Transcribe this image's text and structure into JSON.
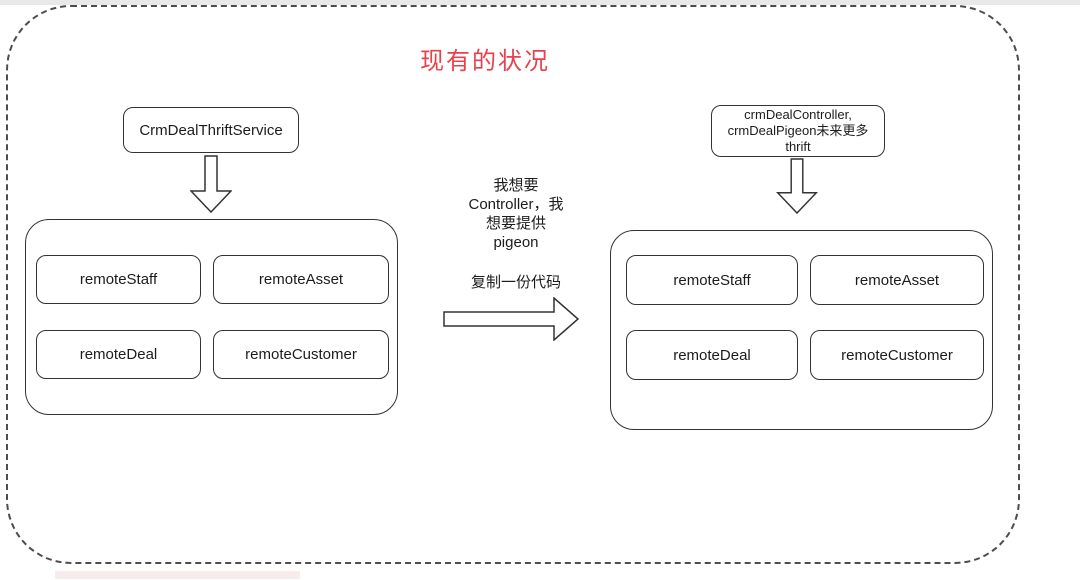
{
  "page": {
    "title": "现有的状况"
  },
  "left_system": {
    "service": "CrmDealThriftService",
    "modules": [
      "remoteStaff",
      "remoteAsset",
      "remoteDeal",
      "remoteCustomer"
    ]
  },
  "right_system": {
    "service_lines": [
      "crmDealController,",
      "crmDealPigeon未来更多",
      "thrift"
    ],
    "modules": [
      "remoteStaff",
      "remoteAsset",
      "remoteDeal",
      "remoteCustomer"
    ]
  },
  "annotation": {
    "note_lines": [
      "我想要",
      "Controller，我",
      "想要提供",
      "pigeon"
    ],
    "action": "复制一份代码"
  },
  "colors": {
    "title": "#e8414d",
    "line": "#333333",
    "dashed_border": "#4d4d4d",
    "background": "#ffffff"
  }
}
